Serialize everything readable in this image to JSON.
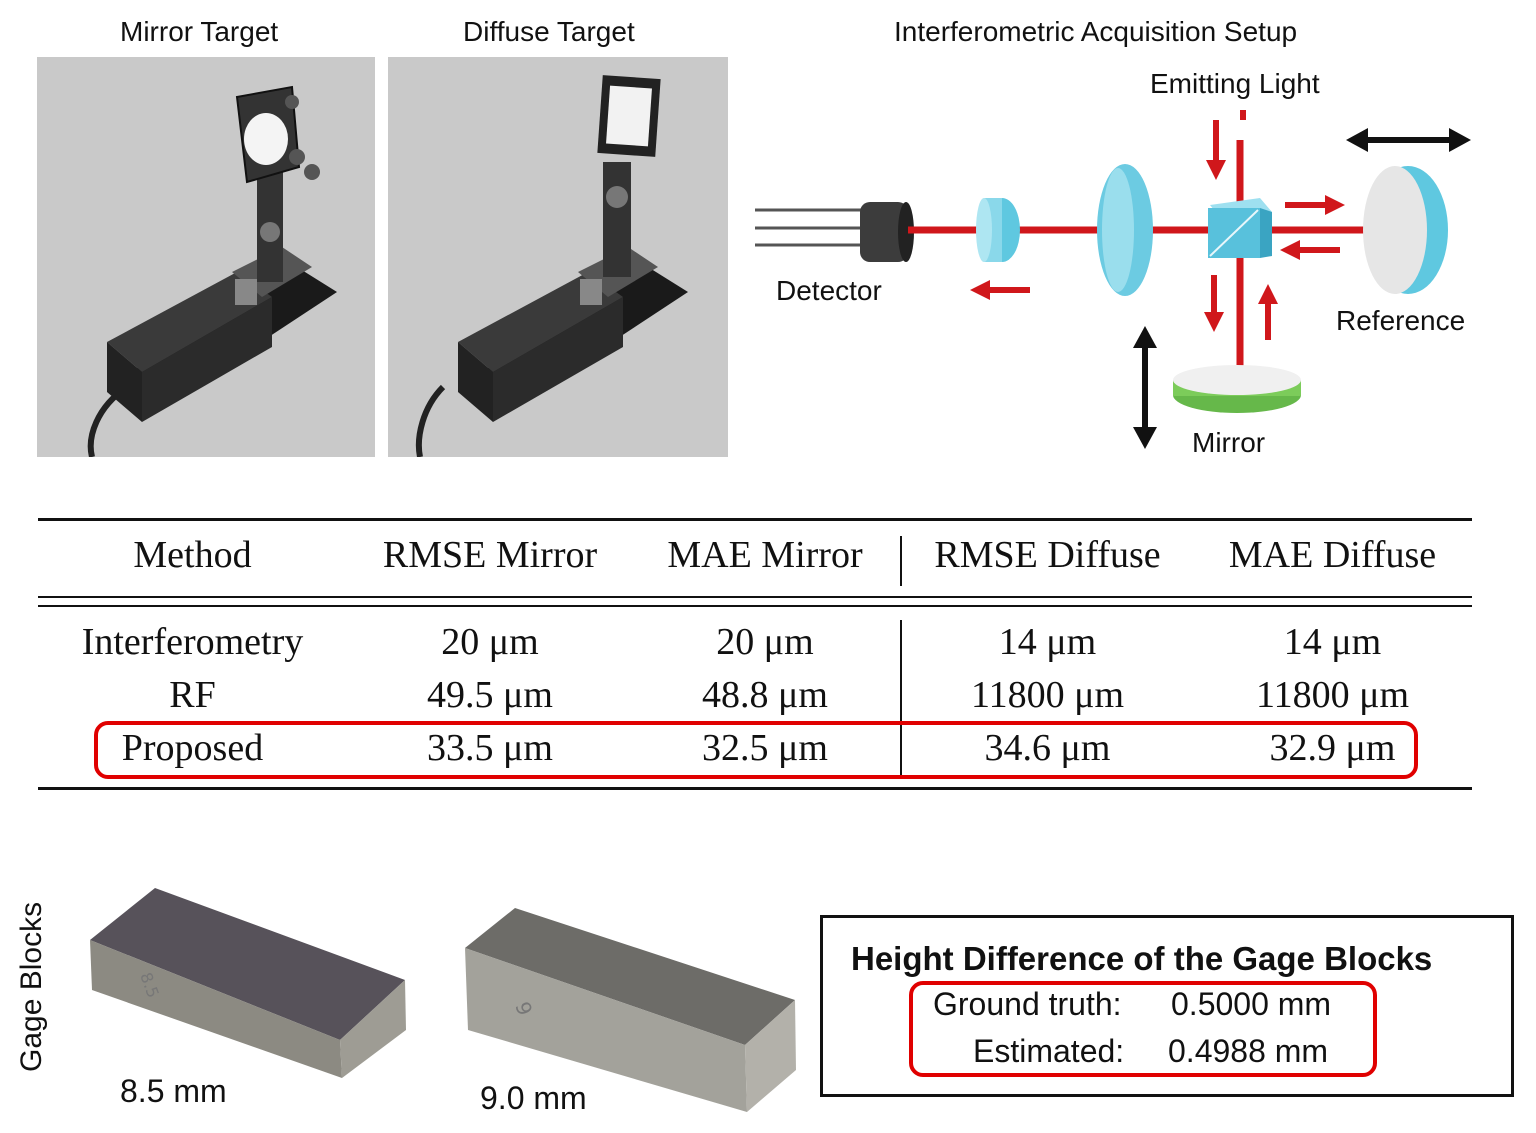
{
  "top": {
    "mirror_target_title": "Mirror Target",
    "diffuse_target_title": "Diffuse Target",
    "setup_title": "Interferometric Acquisition Setup",
    "labels": {
      "emitting_light": "Emitting Light",
      "detector": "Detector",
      "reference": "Reference",
      "mirror": "Mirror"
    }
  },
  "table": {
    "headers": [
      "Method",
      "RMSE Mirror",
      "MAE Mirror",
      "RMSE Diffuse",
      "MAE Diffuse"
    ],
    "rows": [
      {
        "method": "Interferometry",
        "rmse_mirror": "20 μm",
        "mae_mirror": "20 μm",
        "rmse_diffuse": "14 μm",
        "mae_diffuse": "14 μm"
      },
      {
        "method": "RF",
        "rmse_mirror": "49.5 μm",
        "mae_mirror": "48.8 μm",
        "rmse_diffuse": "11800 μm",
        "mae_diffuse": "11800 μm"
      },
      {
        "method": "Proposed",
        "rmse_mirror": "33.5 μm",
        "mae_mirror": "32.5 μm",
        "rmse_diffuse": "34.6 μm",
        "mae_diffuse": "32.9 μm"
      }
    ],
    "highlight_color": "#e00000"
  },
  "bottom": {
    "side_label": "Gage Blocks",
    "block1_label": "8.5 mm",
    "block2_label": "9.0 mm",
    "block1_engraving": "8.5",
    "block2_engraving": "9",
    "result_box": {
      "title": "Height Difference of the Gage Blocks",
      "ground_truth_label": "Ground truth:",
      "ground_truth_value": "0.5000 mm",
      "estimated_label": "Estimated:",
      "estimated_value": "0.4988 mm"
    }
  }
}
